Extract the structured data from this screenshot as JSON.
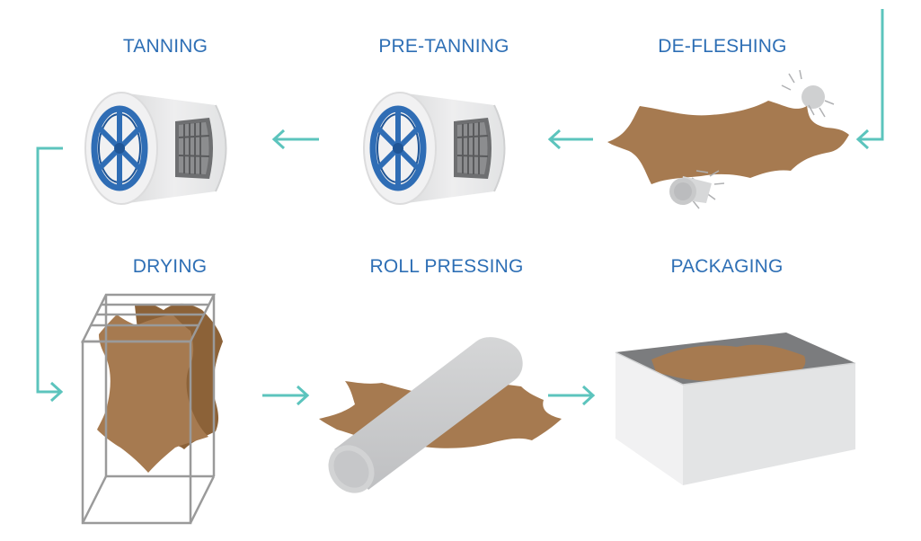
{
  "steps": {
    "tanning": "TANNING",
    "pre_tanning": "PRE-TANNING",
    "de_fleshing": "DE-FLESHING",
    "drying": "DRYING",
    "roll_pressing": "ROLL PRESSING",
    "packaging": "PACKAGING"
  },
  "colors": {
    "label": "#2e6fb5",
    "arrow": "#5cc4bd",
    "leather": "#a67a50",
    "leather_dark": "#8c6238",
    "drum_body": "#e6e7e8",
    "wheel": "#2f6db5",
    "frame": "#9a9a9a"
  }
}
